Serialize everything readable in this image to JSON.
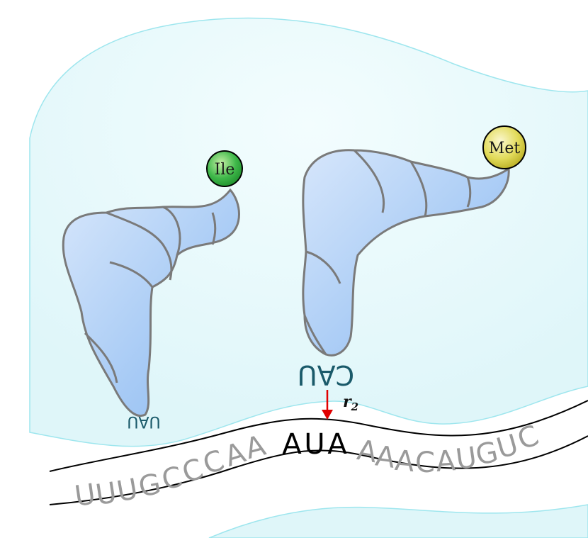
{
  "trnas": [
    {
      "amino_acid": "Ile",
      "anticodon": "UAU",
      "ball_color": "#2eaa3c"
    },
    {
      "amino_acid": "Met",
      "anticodon": "CAU",
      "ball_color": "#d9d03a"
    }
  ],
  "transition": {
    "symbol": "r",
    "subscript": "2",
    "arrow_color": "#e00000"
  },
  "mrna": {
    "before": [
      "U",
      "U",
      "U",
      "G",
      "C",
      "C",
      "C",
      "A",
      "A"
    ],
    "codon": [
      "A",
      "U",
      "A"
    ],
    "after": [
      "A",
      "A",
      "A",
      "C",
      "A",
      "U",
      "G",
      "U",
      "C"
    ]
  },
  "colors": {
    "cytoplasm": "#e0f7fa",
    "trna_body": "#a7cdf5",
    "outline": "#7a7a7a"
  }
}
